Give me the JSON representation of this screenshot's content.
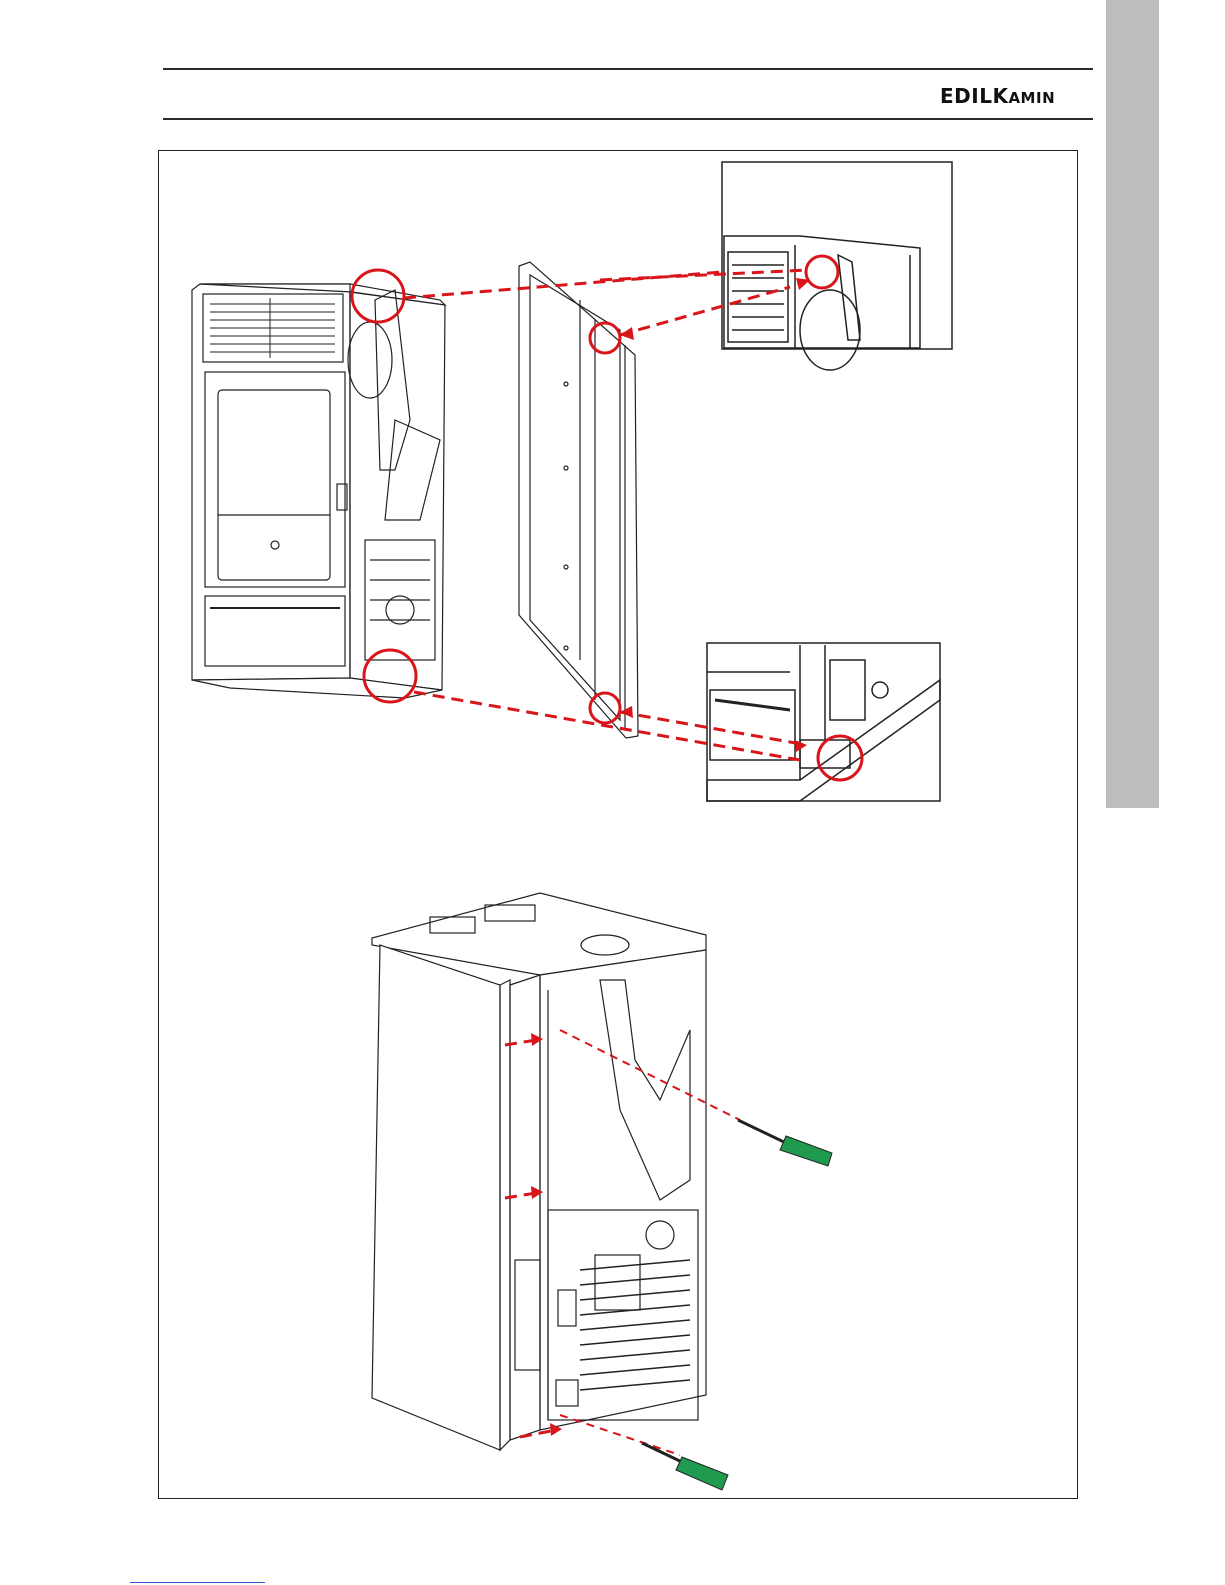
{
  "header": {
    "brand_prefix": "EDIL",
    "brand_k": "K",
    "brand_suffix": "AMIN"
  },
  "colors": {
    "accent_red": "#d9141a",
    "screwdriver_green": "#1f9a4f",
    "side_tab_gray": "#bdbdbd",
    "line_dark": "#222222"
  },
  "illustrations": {
    "top": [
      "stove-front-three-quarter-view",
      "side-panel-removed",
      "detail-inset-top-hinge",
      "detail-inset-bottom-hinge"
    ],
    "bottom": [
      "stove-rear-view-side-panel",
      "screwdriver-icon",
      "screwdriver-icon"
    ]
  }
}
